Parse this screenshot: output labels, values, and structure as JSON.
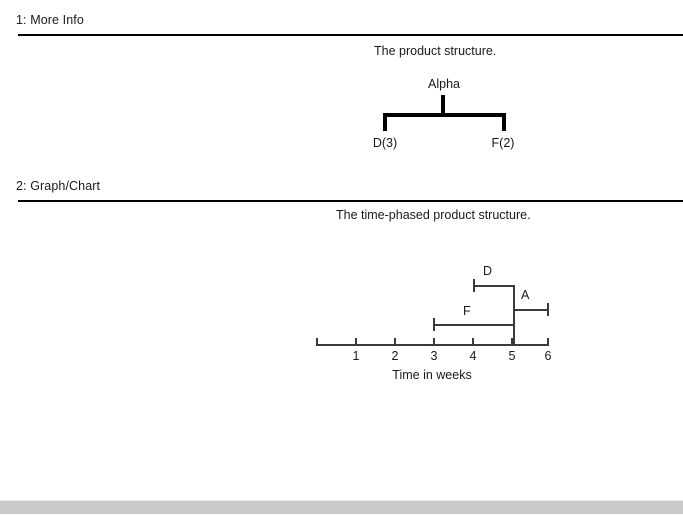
{
  "sections": [
    {
      "heading": "1: More Info",
      "caption": "The product structure."
    },
    {
      "heading": "2: Graph/Chart",
      "caption": "The time-phased product structure."
    }
  ],
  "product_structure": {
    "parent": "Alpha",
    "children": [
      {
        "label": "D(3)",
        "item": "D",
        "quantity": 3
      },
      {
        "label": "F(2)",
        "item": "F",
        "quantity": 2
      }
    ]
  },
  "chart_data": {
    "type": "bar",
    "title": "The time-phased product structure.",
    "xlabel": "Time in weeks",
    "ylabel": "",
    "xlim": [
      0,
      6
    ],
    "tick_labels": [
      "1",
      "2",
      "3",
      "4",
      "5",
      "6"
    ],
    "tick_values": [
      1,
      2,
      3,
      4,
      5,
      6
    ],
    "grid": false,
    "legend": "none",
    "orientation": "horizontal",
    "bars": [
      {
        "name": "D",
        "start": 4,
        "end": 5,
        "duration": 1,
        "row": 0
      },
      {
        "name": "A",
        "start": 5,
        "end": 6,
        "duration": 1,
        "row": 1
      },
      {
        "name": "F",
        "start": 3,
        "end": 5,
        "duration": 2,
        "row": 2
      }
    ]
  },
  "colors": {
    "text": "#1a1a1a",
    "rule": "#000000",
    "chart_stroke": "#3a3a3a",
    "scrollbar": "#c9c9c9"
  }
}
